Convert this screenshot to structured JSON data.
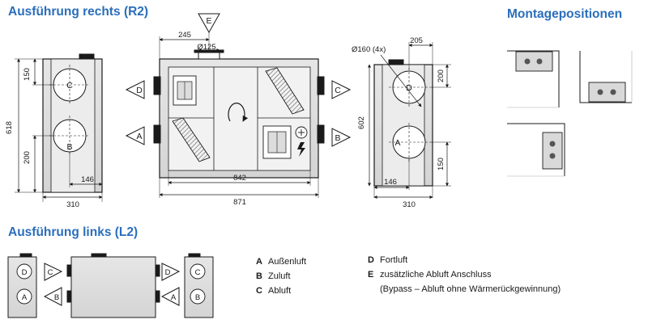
{
  "colors": {
    "heading": "#2a6ebb",
    "housing": "#d9d9d9",
    "line": "#1a1a1a",
    "hatch": "#555555"
  },
  "headings": {
    "right": "Ausführung rechts (R2)",
    "left": "Ausführung links (L2)",
    "mounting": "Montagepositionen"
  },
  "dimensions": {
    "d245": "245",
    "d125": "Ø125",
    "d842": "842",
    "d871": "871",
    "d618": "618",
    "d150a": "150",
    "d200a": "200",
    "d146a": "146",
    "d310a": "310",
    "d160": "Ø160 (4x)",
    "d205": "205",
    "d602": "602",
    "d200b": "200",
    "d150b": "150",
    "d146b": "146",
    "d310b": "310"
  },
  "port_letters": {
    "a": "A",
    "b": "B",
    "c": "C",
    "d": "D",
    "e": "E"
  },
  "legend": {
    "a": {
      "key": "A",
      "text": "Außenluft"
    },
    "b": {
      "key": "B",
      "text": "Zuluft"
    },
    "c": {
      "key": "C",
      "text": "Abluft"
    },
    "d": {
      "key": "D",
      "text": "Fortluft"
    },
    "e": {
      "key": "E",
      "text": "zusätzliche Abluft Anschluss"
    },
    "e_note": "(Bypass – Abluft ohne Wärmerückgewinnung)"
  }
}
